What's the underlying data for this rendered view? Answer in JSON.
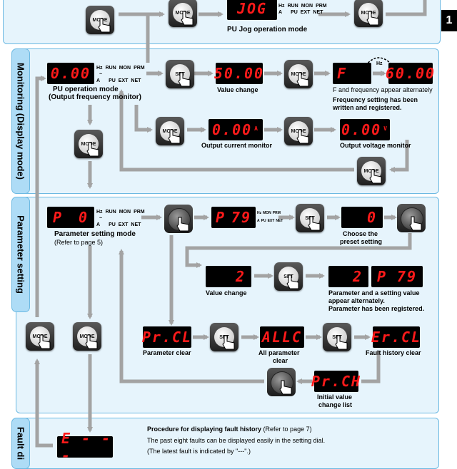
{
  "page_tab": "1",
  "sections": {
    "monitoring": "Monitoring (Display mode)",
    "parameter": "Parameter setting",
    "fault": "Fault di"
  },
  "button_labels": {
    "mode": "MODE",
    "set": "SET"
  },
  "indicators": {
    "hz": "Hz",
    "a": "A",
    "run": "RUN",
    "pu": "PU",
    "mon": "MON",
    "ext": "EXT",
    "prm": "PRM",
    "net": "NET",
    "tilde": "~"
  },
  "displays": {
    "jog": "JOG",
    "pu_freq": "0.00",
    "value_change_freq": "50.00",
    "f_letter": "F",
    "freq_60": "60.00",
    "current": "0.00",
    "current_unit": "A",
    "voltage": "0.00",
    "voltage_unit": "V",
    "p_zero_letter": "P",
    "p_zero_num": "0",
    "p79_letter": "P",
    "p79_num": "79",
    "preset_zero": "0",
    "value_two": "2",
    "reg_two": "2",
    "reg_p79_letter": "P",
    "reg_p79_num": "79",
    "pr_cl": "Pr.CL",
    "all_c": "ALLC",
    "er_cl": "Er.CL",
    "pr_ch": "Pr.CH",
    "fault_e": "E - - -"
  },
  "small_ind": {
    "hz": "Hz",
    "mon": "MON",
    "prm": "PRM",
    "a": "A",
    "pu": "PU",
    "ext": "EXT",
    "net": "NET"
  },
  "labels": {
    "pu_jog": "PU Jog operation mode",
    "pu_operation": "PU operation mode",
    "output_freq_monitor": "(Output frequency monitor)",
    "value_change_1": "Value change",
    "f_alt": "F and frequency appear alternately",
    "freq_written_1": "Frequency setting has been",
    "freq_written_2": "written and registered.",
    "hz_small": "Hz",
    "output_current": "Output current monitor",
    "output_voltage": "Output voltage monitor",
    "param_mode": "Parameter setting mode",
    "refer_p5": "(Refer to page 5)",
    "choose_1": "Choose the",
    "choose_2": "preset setting",
    "value_change_2": "Value change",
    "param_alt_1": "Parameter and a setting value",
    "param_alt_2": "appear alternately.",
    "param_alt_3": "Parameter has been registered.",
    "param_clear": "Parameter clear",
    "all_clear_1": "All parameter",
    "all_clear_2": "clear",
    "fault_clear": "Fault history clear",
    "init_1": "Initial value",
    "init_2": "change list",
    "fault_proc": "Procedure for displaying fault history",
    "fault_refer": "(Refer to page 7)",
    "fault_desc_1": "The past eight faults can be displayed easily in the setting dial.",
    "fault_desc_2": "(The latest fault is indicated by \"---\".)"
  },
  "colors": {
    "panel_fill": "#e6f4fc",
    "panel_border": "#6cb9e2",
    "side_fill": "#aedcf6",
    "arrow": "#a3a3a3",
    "lcd_text": "#ff1a1a"
  }
}
